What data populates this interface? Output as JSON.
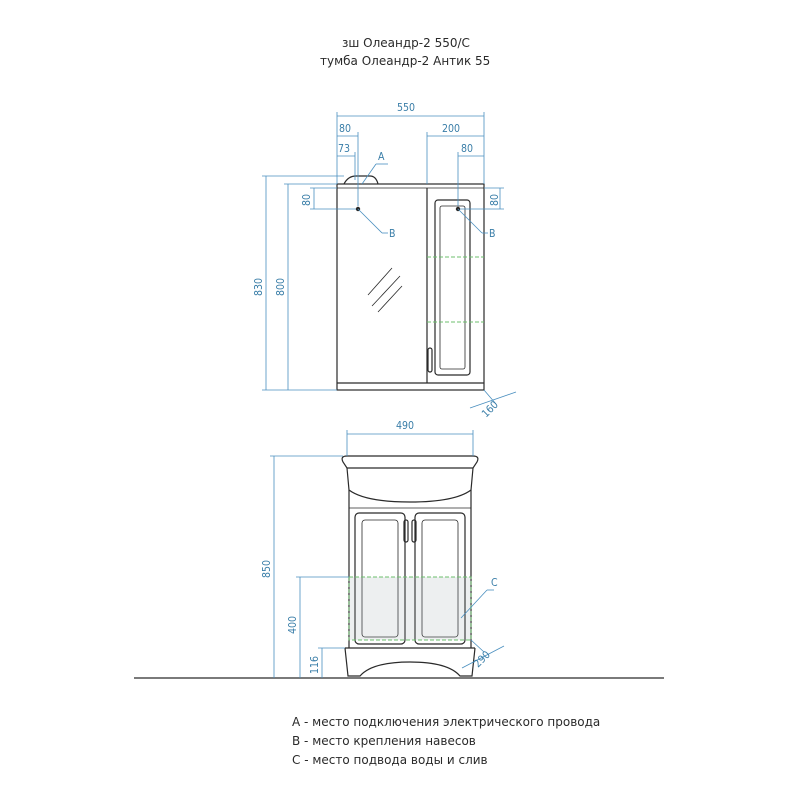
{
  "titles": {
    "line1": "зш Олеандр-2 550/С",
    "line2": "тумба Олеандр-2 Антик 55"
  },
  "mirror_dims": {
    "overall_width": "550",
    "left_offset": "80",
    "socket_offset": "73",
    "cabinet_width": "200",
    "right_offset": "80",
    "top_left": "80",
    "top_right": "80",
    "total_height": "830",
    "body_height": "800",
    "depth": "160"
  },
  "vanity_dims": {
    "basin_width": "490",
    "total_height": "850",
    "water_zone_height": "400",
    "plinth_height": "116",
    "depth": "290"
  },
  "callouts": {
    "A": "A",
    "B_left": "B",
    "B_right": "B",
    "C": "C"
  },
  "legend": [
    "A - место подключения электрического провода",
    "B - место крепления навесов",
    "C - место подвода воды и слив"
  ],
  "colors": {
    "dimension": "#4a8fbf",
    "outline": "#2a2a2a",
    "zone": "#6cbf6c"
  }
}
